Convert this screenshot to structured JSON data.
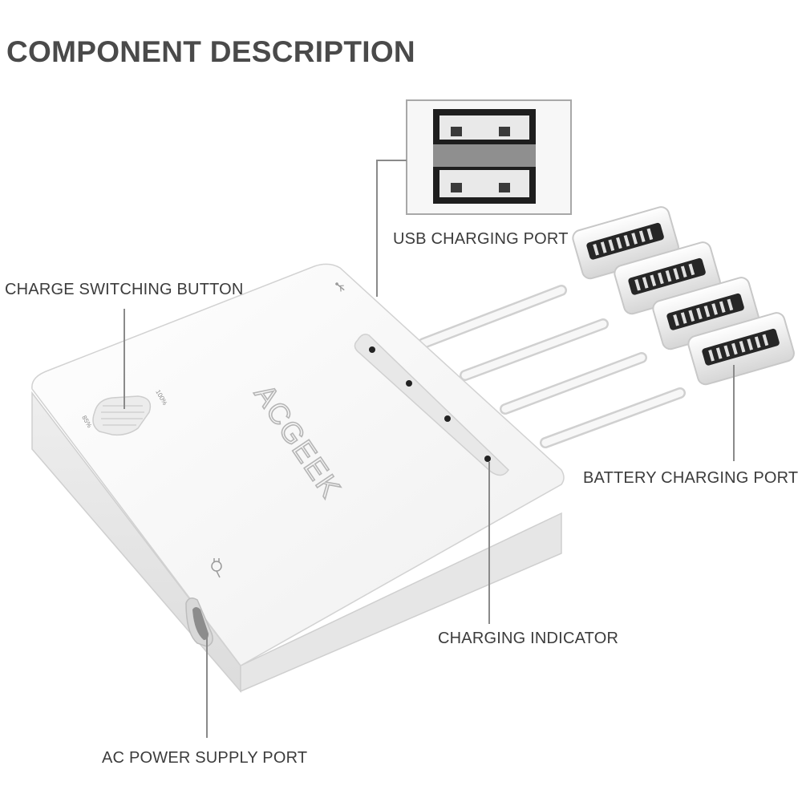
{
  "heading": "COMPONENT DESCRIPTION",
  "labels": {
    "usb_port": "USB CHARGING PORT",
    "switch_button": "CHARGE SWITCHING BUTTON",
    "battery_port": "BATTERY CHARGING PORT",
    "indicator": "CHARGING INDICATOR",
    "ac_port": "AC POWER SUPPLY PORT"
  },
  "device": {
    "brand": "ACGEEK",
    "switch_marks": [
      "100%",
      "85%"
    ]
  },
  "colors": {
    "title": "#4a4a4a",
    "label": "#3c3c3c",
    "device_body": "#f4f4f4",
    "device_shadow": "#d9d9d9",
    "leader_line": "#8a8a8a"
  },
  "icons": [
    "usb-icon",
    "power-plug-icon"
  ]
}
